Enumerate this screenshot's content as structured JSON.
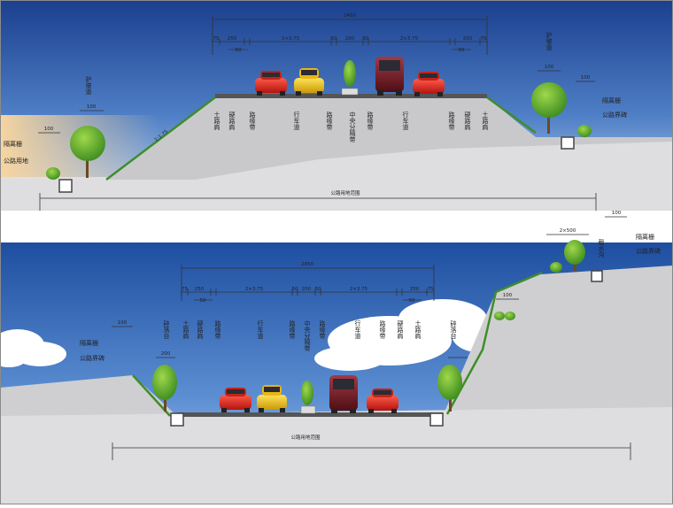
{
  "top_section": {
    "dims_top": {
      "total": "2450",
      "row": [
        "75",
        "250",
        "50",
        "2×3.75",
        "50",
        "200",
        "50",
        "2×3.75",
        "50",
        "250",
        "75"
      ]
    },
    "dims_left": {
      "sidewalk": "100",
      "green": "100"
    },
    "dims_right": {
      "sidewalk": "100",
      "green": "100"
    },
    "slope_left": "1:1.75",
    "labels_left": {
      "isolation_fence": "隔离栅",
      "land_line": "公路用地"
    },
    "labels_right": {
      "isolation_fence": "隔离栅",
      "land_line": "公路界碑"
    },
    "green_belt": "护坡道",
    "cross_labels": [
      "土路肩",
      "硬路肩",
      "路缘带",
      "行车道",
      "路缘带",
      "中央分隔带",
      "路缘带",
      "行车道",
      "路缘带",
      "硬路肩",
      "土路肩"
    ],
    "base_label": "公路用地范围",
    "colors": {
      "sky_top": "#1a3f8e",
      "sky_bottom": "#9bc0e8",
      "sunset": "#f6d6a0",
      "ground": "#e0e0e2",
      "grass": "#3f8d2b"
    }
  },
  "bottom_section": {
    "dims_top": {
      "total": "2450",
      "row": [
        "75",
        "250",
        "50",
        "2×3.75",
        "50",
        "200",
        "50",
        "2×3.75",
        "50",
        "250",
        "75"
      ]
    },
    "dims_left": {
      "sidewalk": "100",
      "green": "200"
    },
    "dims_right": {
      "sidewalk": "100",
      "green": "2×500",
      "top": "100"
    },
    "labels_left": {
      "isolation_fence": "隔离栅",
      "land_line": "公路界碑"
    },
    "labels_right": {
      "isolation_fence": "隔离栅",
      "land_line": "公路界碑",
      "slope_fence": "截水沟"
    },
    "cross_labels": [
      "碎落台",
      "土路肩",
      "硬路肩",
      "路缘带",
      "行车道",
      "路缘带",
      "中央分隔带",
      "路缘带",
      "行车道",
      "路缘带",
      "硬路肩",
      "土路肩",
      "碎落台"
    ],
    "base_label": "公路用地范围",
    "colors": {
      "sky_top": "#1e4ea0",
      "sky_bottom": "#a9cdef",
      "cloud": "#ffffff",
      "ground": "#e0e0e2",
      "grass": "#3f8d2b"
    }
  },
  "cars": {
    "colors": [
      "#e0201e",
      "#f2c21a",
      "#7a1a22",
      "#d8221c"
    ]
  }
}
